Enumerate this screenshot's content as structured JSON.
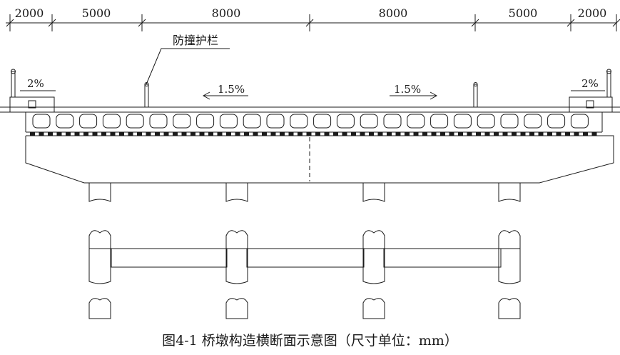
{
  "dimensions": [
    "2000",
    "5000",
    "8000",
    "8000",
    "5000",
    "2000"
  ],
  "labels": {
    "guardrail": "防撞护栏",
    "slope_left_edge": "2%",
    "slope_left_center": "1.5%",
    "slope_right_center": "1.5%",
    "slope_right_edge": "2%"
  },
  "caption": "图4-1 桥墩构造横断面示意图（尺寸单位：mm）",
  "colors": {
    "line": "#1a1a1a",
    "background": "#ffffff"
  }
}
